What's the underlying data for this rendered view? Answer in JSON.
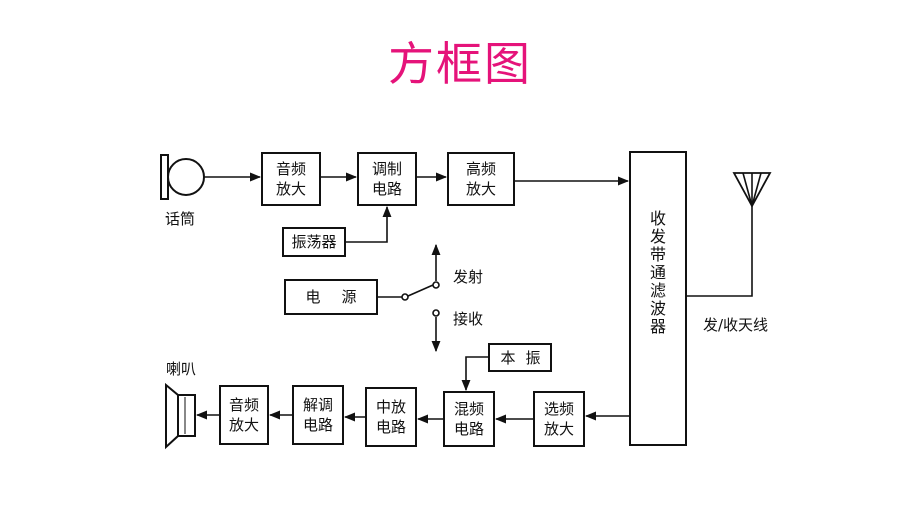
{
  "title": "方框图",
  "colors": {
    "title": "#e5137a",
    "ink": "#111111"
  },
  "labels": {
    "mic": "话筒",
    "speaker": "喇叭",
    "antenna": "发/收天线",
    "transmit": "发射",
    "receive": "接收"
  },
  "blocks": {
    "af_amp_tx": [
      "音频",
      "放大"
    ],
    "modulator": [
      "调制",
      "电路"
    ],
    "rf_amp": [
      "高频",
      "放大"
    ],
    "oscillator": "振荡器",
    "power": [
      "电",
      "源"
    ],
    "duplexer": [
      "收",
      "发",
      "带",
      "通",
      "滤",
      "波",
      "器"
    ],
    "local_osc": [
      "本",
      "振"
    ],
    "select_amp": [
      "选频",
      "放大"
    ],
    "mixer": [
      "混频",
      "电路"
    ],
    "if_amp": [
      "中放",
      "电路"
    ],
    "demod": [
      "解调",
      "电路"
    ],
    "af_amp_rx": [
      "音频",
      "放大"
    ]
  }
}
